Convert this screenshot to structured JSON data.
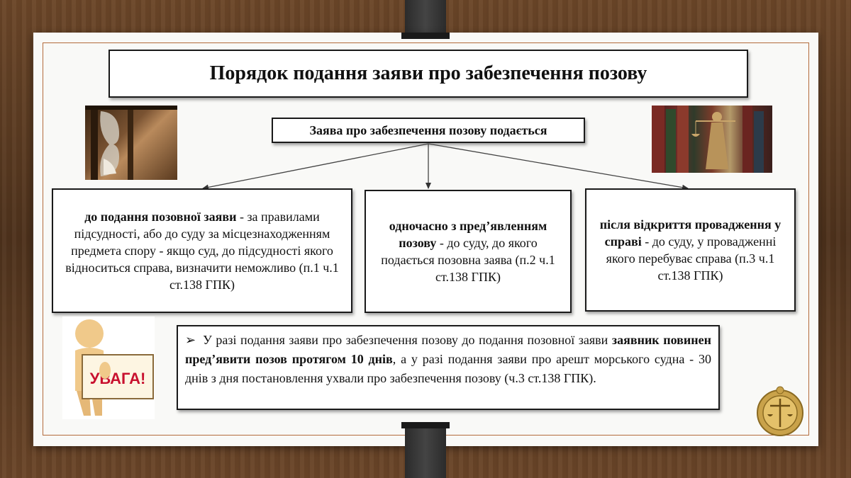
{
  "title": "Порядок подання заяви про забезпечення позову",
  "subtitle": "Заява про забезпечення позову подається",
  "cards": [
    {
      "bold": "до подання позовної заяви",
      "rest": " - за правилами підсудності, або до суду за місцезнаходженням предмета спору - якщо суд, до підсудності якого відноситься справа, визначити неможливо (п.1 ч.1 ст.138 ГПК)"
    },
    {
      "bold": "одночасно з пред’явленням позову",
      "rest": " - до суду, до якого подається позовна заява (п.2 ч.1 ст.138 ГПК)"
    },
    {
      "bold": "після відкриття провадження у справі",
      "rest": " - до суду, у провадженні якого перебуває справа (п.3 ч.1 ст.138 ГПК)"
    }
  ],
  "note": {
    "bullet": "➢",
    "part1": "У разі подання заяви про забезпечення позову до подання позовної заяви ",
    "bold": "заявник повинен пред’явити позов протягом 10 днів",
    "part2": ", а у разі подання заяви про арешт морського судна - 30 днів з дня постановлення ухвали про забезпечення позову (ч.3 ст.138 ГПК)."
  },
  "warning_sign": "УВАГА!",
  "colors": {
    "frame": "#b36b3c",
    "sign_text": "#c8102e"
  }
}
